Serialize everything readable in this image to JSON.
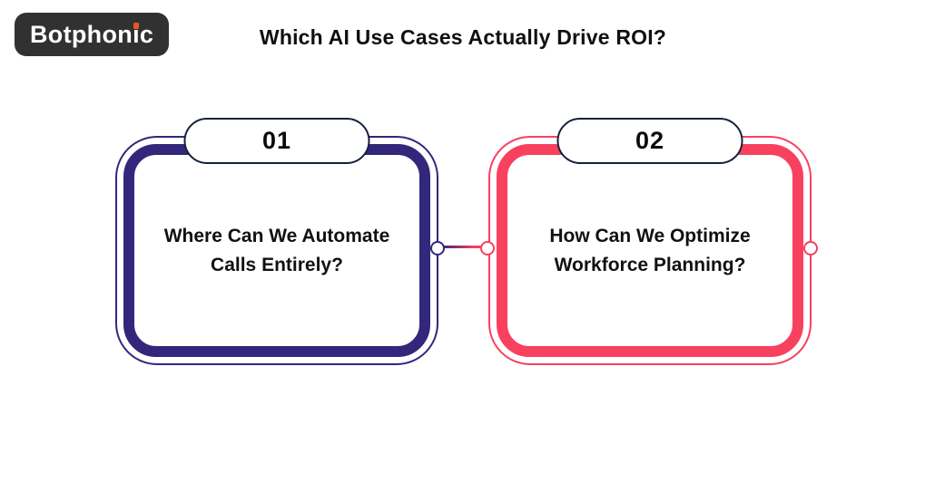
{
  "logo": {
    "text": "Botphonic",
    "bg_color": "#313131",
    "text_color": "#ffffff",
    "i_dot_color": "#e8591b"
  },
  "header": {
    "title": "Which AI Use Cases Actually Drive ROI?",
    "color": "#101010"
  },
  "cards": [
    {
      "number": "01",
      "question": "Where Can We Automate Calls Entirely?",
      "accent_color": "#32277b",
      "badge_border_color": "#14213d"
    },
    {
      "number": "02",
      "question": "How Can We Optimize Workforce Planning?",
      "accent_color": "#f8405f",
      "badge_border_color": "#14213d"
    }
  ],
  "connector": {
    "start_color": "#32277b",
    "end_color": "#f8405f"
  }
}
